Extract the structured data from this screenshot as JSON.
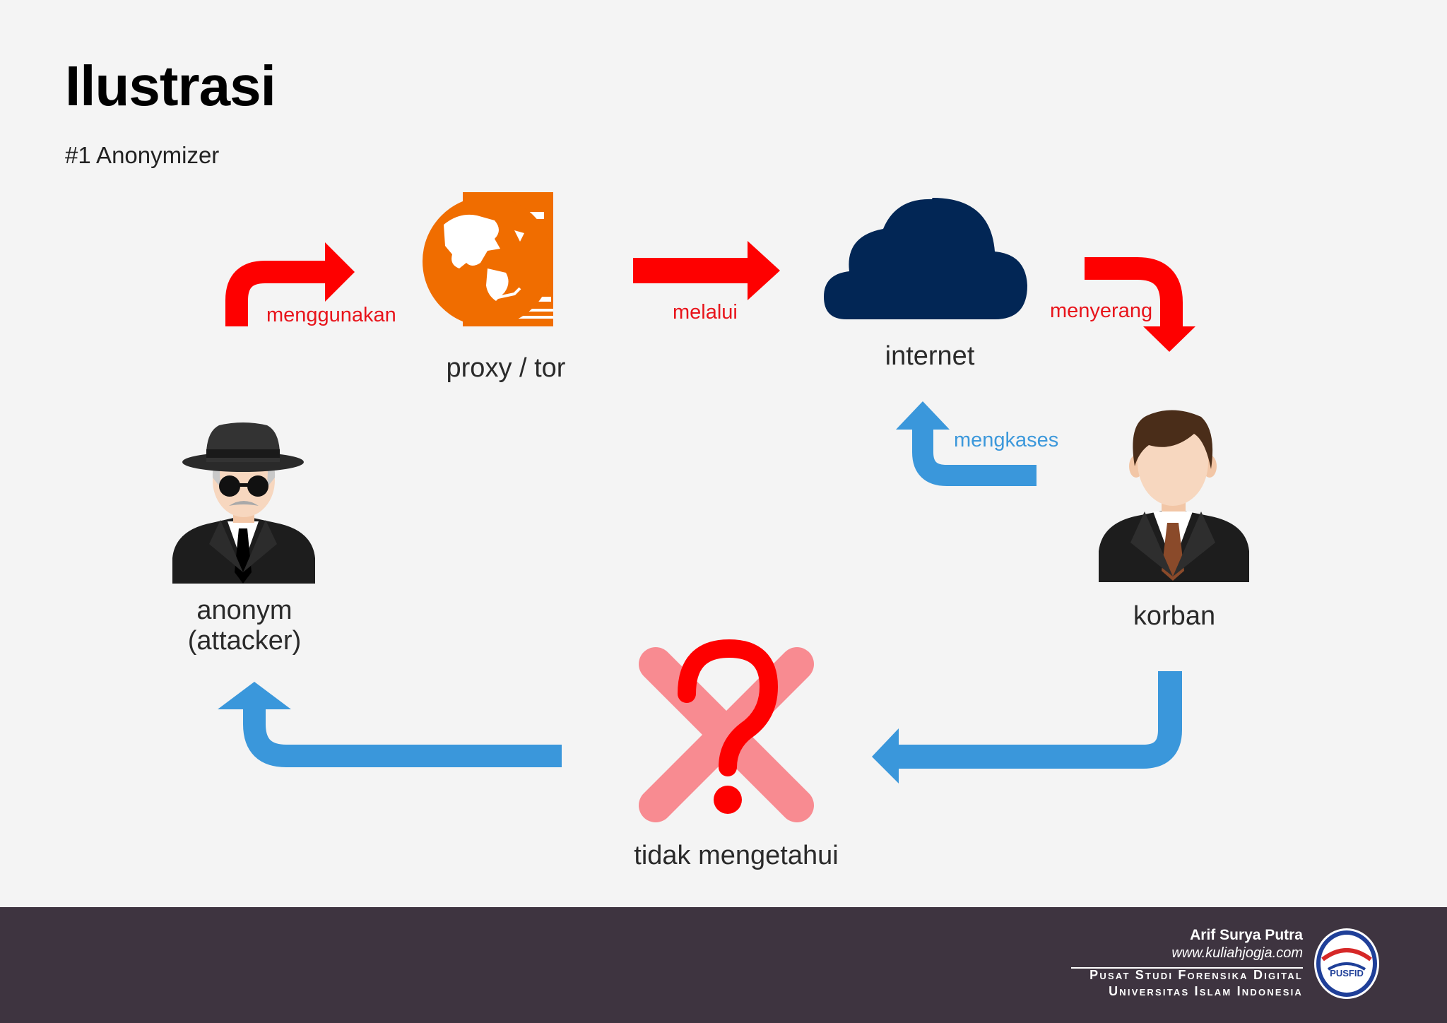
{
  "header": {
    "title": "Ilustrasi",
    "subtitle": "#1 Anonymizer"
  },
  "nodes": {
    "proxy": "proxy / tor",
    "internet": "internet",
    "attacker_line1": "anonym",
    "attacker_line2": "(attacker)",
    "victim": "korban",
    "unknown": "tidak mengetahui"
  },
  "edges": {
    "uses": "menggunakan",
    "via": "melalui",
    "attacks": "menyerang",
    "accesses": "mengkases"
  },
  "footer": {
    "author": "Arif Surya Putra",
    "website": "www.kuliahjogja.com",
    "org_line1": "Pusat Studi Forensika Digital",
    "org_line2": "Universitas Islam Indonesia",
    "logo_text": "PUSFID"
  },
  "colors": {
    "red_arrow": "#fe0000",
    "blue_arrow": "#3a97db",
    "proxy_orange": "#f06d00",
    "cloud_navy": "#022655",
    "cross_pink": "#f88b91",
    "footer_bg": "#3e3440"
  }
}
